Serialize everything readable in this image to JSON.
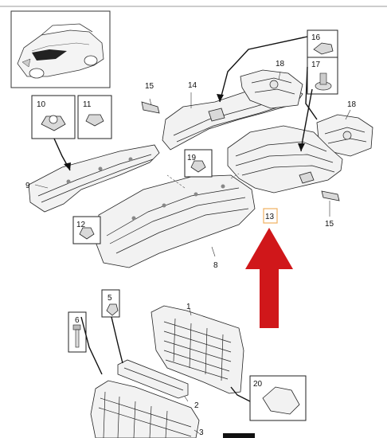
{
  "callouts": {
    "c1": "1",
    "c2": "2",
    "c3": "3",
    "c5": "5",
    "c6": "6",
    "c8": "8",
    "c9": "9",
    "c10": "10",
    "c11": "11",
    "c12": "12",
    "c13": "13",
    "c14": "14",
    "c15a": "15",
    "c15b": "15",
    "c16": "16",
    "c17": "17",
    "c18a": "18",
    "c18b": "18",
    "c19": "19",
    "c20": "20"
  },
  "colors": {
    "highlight_box": "#f0b060",
    "arrow": "#d0171a",
    "outline": "#222222"
  },
  "icons": {
    "vehicle_thumbnail": "suv-vehicle-icon",
    "pointer_arrow": "red-up-arrow-icon"
  }
}
